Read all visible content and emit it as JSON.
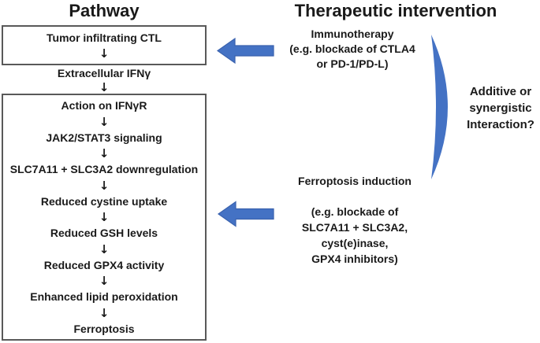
{
  "headers": {
    "pathway": "Pathway",
    "therapy": "Therapeutic intervention"
  },
  "pathway": {
    "down_arrow_glyph": "↓",
    "box1_steps": [
      "Tumor infiltrating CTL"
    ],
    "between_steps": [
      "Extracellular IFNγ"
    ],
    "box2_steps": [
      "Action on IFNγR",
      "JAK2/STAT3 signaling",
      "SLC7A11 + SLC3A2 downregulation",
      "Reduced cystine uptake",
      "Reduced GSH levels",
      "Reduced GPX4 activity",
      "Enhanced lipid peroxidation",
      "Ferroptosis"
    ]
  },
  "therapy": {
    "immunotherapy": {
      "lines": [
        "Immunotherapy",
        "(e.g. blockade of CTLA4",
        "or PD-1/PD-L)"
      ]
    },
    "ferroptosis_induction": {
      "title": "Ferroptosis induction",
      "lines": [
        "(e.g. blockade of",
        "SLC7A11 + SLC3A2,",
        "cyst(e)inase,",
        "GPX4 inhibitors)"
      ]
    },
    "interaction_question": {
      "lines": [
        "Additive or",
        "synergistic",
        "Interaction?"
      ]
    }
  },
  "icons": {
    "left_block_arrow": "left-block-arrow",
    "curved_bracket": "right-parenthesis-crescent",
    "down_arrow": "down-arrow"
  },
  "colors": {
    "accent_blue": "#4472C4",
    "accent_blue_border": "#3A62AE",
    "box_border_gray": "#595959",
    "text_black": "#1A1A1A",
    "background": "#FFFFFF"
  }
}
